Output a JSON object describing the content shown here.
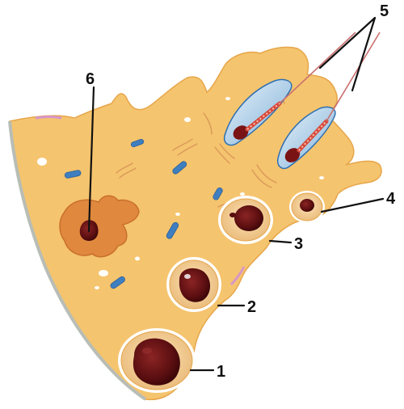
{
  "labels": {
    "l1": "1",
    "l2": "2",
    "l3": "3",
    "l4": "4",
    "l5": "5",
    "l6": "6"
  },
  "colors": {
    "tissue": "#F5C46E",
    "tissue_edge": "#E6A64A",
    "outer_edge": "#B8BDB6",
    "cell_cytoplasm": "#F8D8A4",
    "cell_membrane": "#FFFFFF",
    "nucleus": "#5A0E10",
    "nucleus_hi": "#8B2424",
    "capillary": "#3F7FC0",
    "megakaryocyte": "#E0883E",
    "sperm_head": "#7A1414",
    "sperm_cap": "#9FC7E4",
    "tail_stripe": "#D84A3A",
    "pink_accent": "#D896C8"
  }
}
